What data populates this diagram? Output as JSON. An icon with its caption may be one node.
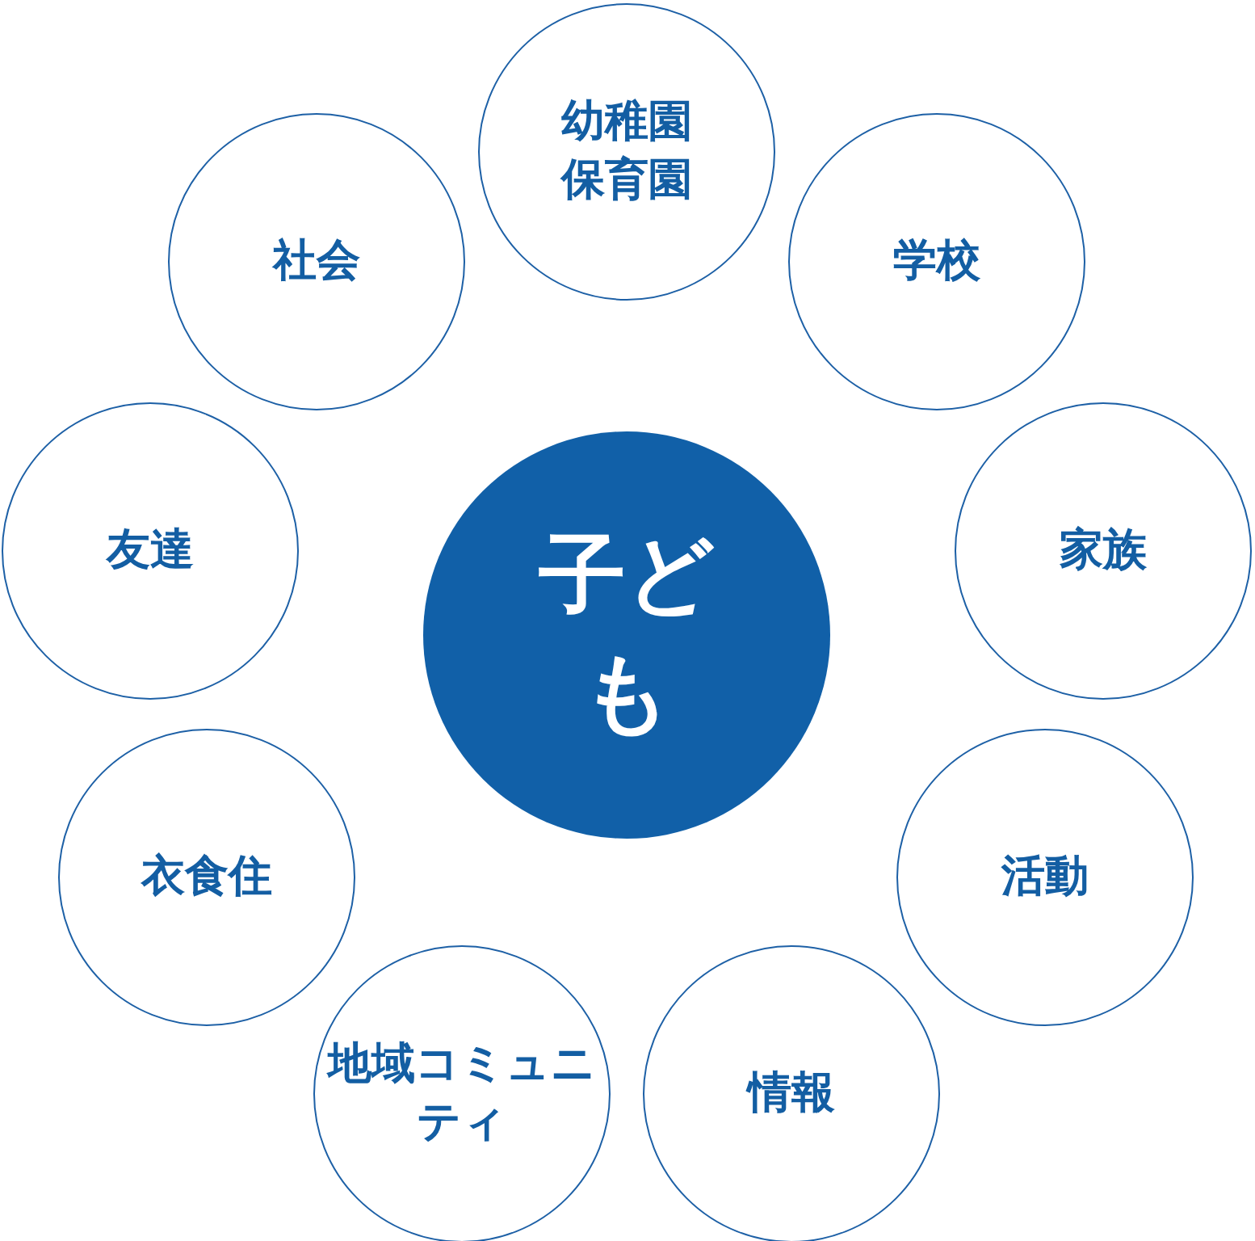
{
  "diagram": {
    "nodes": [
      {
        "text": [
          "子ども"
        ]
      },
      {
        "text": [
          "幼稚園保育園"
        ]
      },
      {
        "text": [
          "学校"
        ]
      },
      {
        "text": [
          "家族"
        ]
      },
      {
        "text": [
          "活動"
        ]
      },
      {
        "text": [
          "情報"
        ]
      },
      {
        "text": [
          "地域コミュニティ"
        ]
      },
      {
        "text": [
          "衣食住"
        ]
      },
      {
        "text": [
          "友達"
        ]
      },
      {
        "text": [
          "社会"
        ]
      }
    ]
  }
}
